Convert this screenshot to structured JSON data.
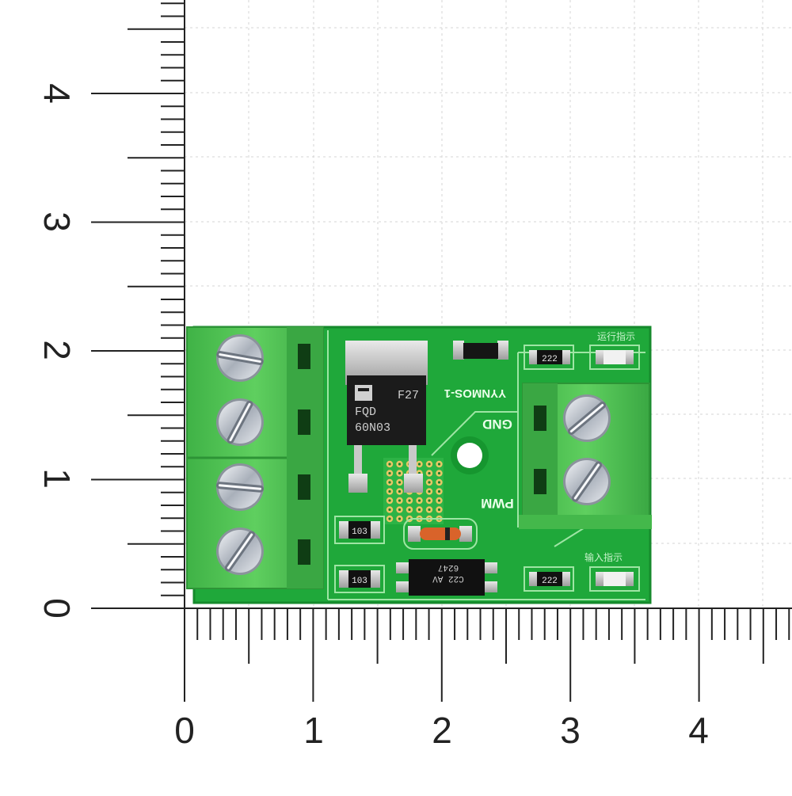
{
  "ruler": {
    "vertical_labels": [
      "4",
      "3",
      "2",
      "1",
      "0"
    ],
    "horizontal_labels": [
      "0",
      "1",
      "2",
      "3",
      "4"
    ]
  },
  "board": {
    "silkscreen_title": "YYNMOS-1",
    "label_gnd": "GND",
    "label_pwm": "PWM",
    "mosfet_line1": "FQD",
    "mosfet_line2": "60N03",
    "mosfet_code": "F27",
    "resistor_top": "222",
    "resistor_bottom": "222",
    "resistor_left_top": "103",
    "resistor_left_bottom": "103",
    "optocoupler_text": "C22 AV\n6247",
    "led_label_top": "运行指示",
    "led_label_bottom": "输入指示"
  },
  "colors": {
    "pcb": "#1fa83a",
    "pcb_dark": "#168a2c",
    "terminal": "#4cc24f",
    "terminal_shade": "#32a33c",
    "grid": "#d6d6d6",
    "ruler": "#222222"
  }
}
